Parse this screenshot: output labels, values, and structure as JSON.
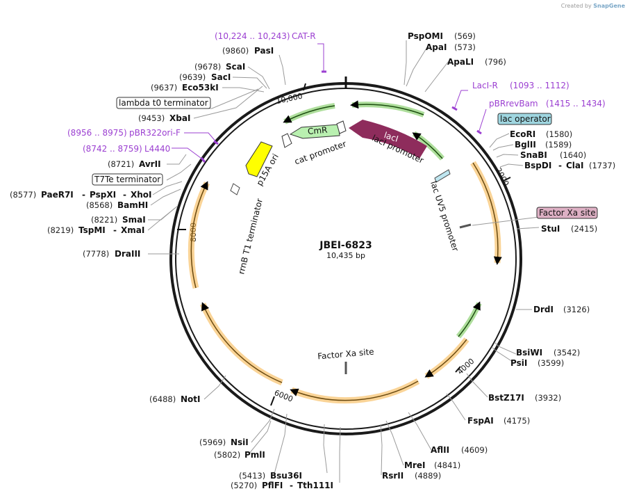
{
  "credit": {
    "prefix": "Created by",
    "brand": "SnapGene"
  },
  "map": {
    "name": "JBEI-6823",
    "length_label": "10,435 bp",
    "ticks": [
      "10,000",
      "2000",
      "4000",
      "6000",
      "8000"
    ]
  },
  "primers": [
    {
      "name": "CAT-R",
      "range": "(10,224 .. 10,243)"
    },
    {
      "name": "LacI-R",
      "range": "(1093 .. 1112)"
    },
    {
      "name": "pBRrevBam",
      "range": "(1415 .. 1434)"
    },
    {
      "name": "pBR322ori-F",
      "range": "(8956 .. 8975)"
    },
    {
      "name": "L4440",
      "range": "(8742 .. 8759)"
    }
  ],
  "boxed_features": [
    {
      "name": "lac operator"
    },
    {
      "name": "Factor Xa site"
    },
    {
      "name": "lambda t0 terminator"
    },
    {
      "name": "T7Te terminator"
    }
  ],
  "enzymes": [
    {
      "pos": "(569)",
      "name": "PspOMI"
    },
    {
      "pos": "(573)",
      "name": "ApaI"
    },
    {
      "pos": "(796)",
      "name": "ApaLI"
    },
    {
      "pos": "(1580)",
      "name": "EcoRI"
    },
    {
      "pos": "(1589)",
      "name": "BglII"
    },
    {
      "pos": "(1640)",
      "name": "SnaBI"
    },
    {
      "pos": "(1737)",
      "name": "BspDI",
      "alt": "ClaI"
    },
    {
      "pos": "(2415)",
      "name": "StuI"
    },
    {
      "pos": "(3126)",
      "name": "DrdI"
    },
    {
      "pos": "(3542)",
      "name": "BsiWI"
    },
    {
      "pos": "(3599)",
      "name": "PsiI"
    },
    {
      "pos": "(3932)",
      "name": "BstZ17I"
    },
    {
      "pos": "(4175)",
      "name": "FspAI"
    },
    {
      "pos": "(4609)",
      "name": "AflII"
    },
    {
      "pos": "(4841)",
      "name": "MreI"
    },
    {
      "pos": "(4889)",
      "name": "RsrII"
    },
    {
      "pos": "(5270)",
      "name": "PflFI",
      "alt": "Tth111I"
    },
    {
      "pos": "(5413)",
      "name": "Bsu36I"
    },
    {
      "pos": "(5802)",
      "name": "PmlI"
    },
    {
      "pos": "(5969)",
      "name": "NsiI"
    },
    {
      "pos": "(6488)",
      "name": "NotI"
    },
    {
      "pos": "(7778)",
      "name": "DraIII"
    },
    {
      "pos": "(8219)",
      "name": "TspMI",
      "alt": "XmaI"
    },
    {
      "pos": "(8221)",
      "name": "SmaI"
    },
    {
      "pos": "(8568)",
      "name": "BamHI"
    },
    {
      "pos": "(8577)",
      "name": "PaeR7I",
      "alt": "PspXI",
      "alt2": "XhoI"
    },
    {
      "pos": "(8721)",
      "name": "AvrII"
    },
    {
      "pos": "(9453)",
      "name": "XbaI"
    },
    {
      "pos": "(9637)",
      "name": "Eco53kI"
    },
    {
      "pos": "(9639)",
      "name": "SacI"
    },
    {
      "pos": "(9678)",
      "name": "ScaI"
    },
    {
      "pos": "(9860)",
      "name": "PasI"
    }
  ],
  "inner_features": {
    "lacI": "lacI",
    "cmr": "CmR",
    "laci_promoter": "lacI promoter",
    "cat_promoter": "cat promoter",
    "p15a": "p15A ori",
    "rrnb": "rrnB T1 terminator",
    "lacuv5": "lac UV5 promoter",
    "factorxa_inner": "Factor Xa site"
  },
  "colors": {
    "backbone": "#1a1a1a",
    "orange_orf": "#f5b041",
    "green_orf": "#6cc24a",
    "lacI": "#8e2c5c",
    "cmr": "#b9f0b0",
    "ori": "#ffff00",
    "primer": "#9b3fd1",
    "operator_box": "#9fd6e0",
    "factorxa_box": "#ddb0c4"
  }
}
